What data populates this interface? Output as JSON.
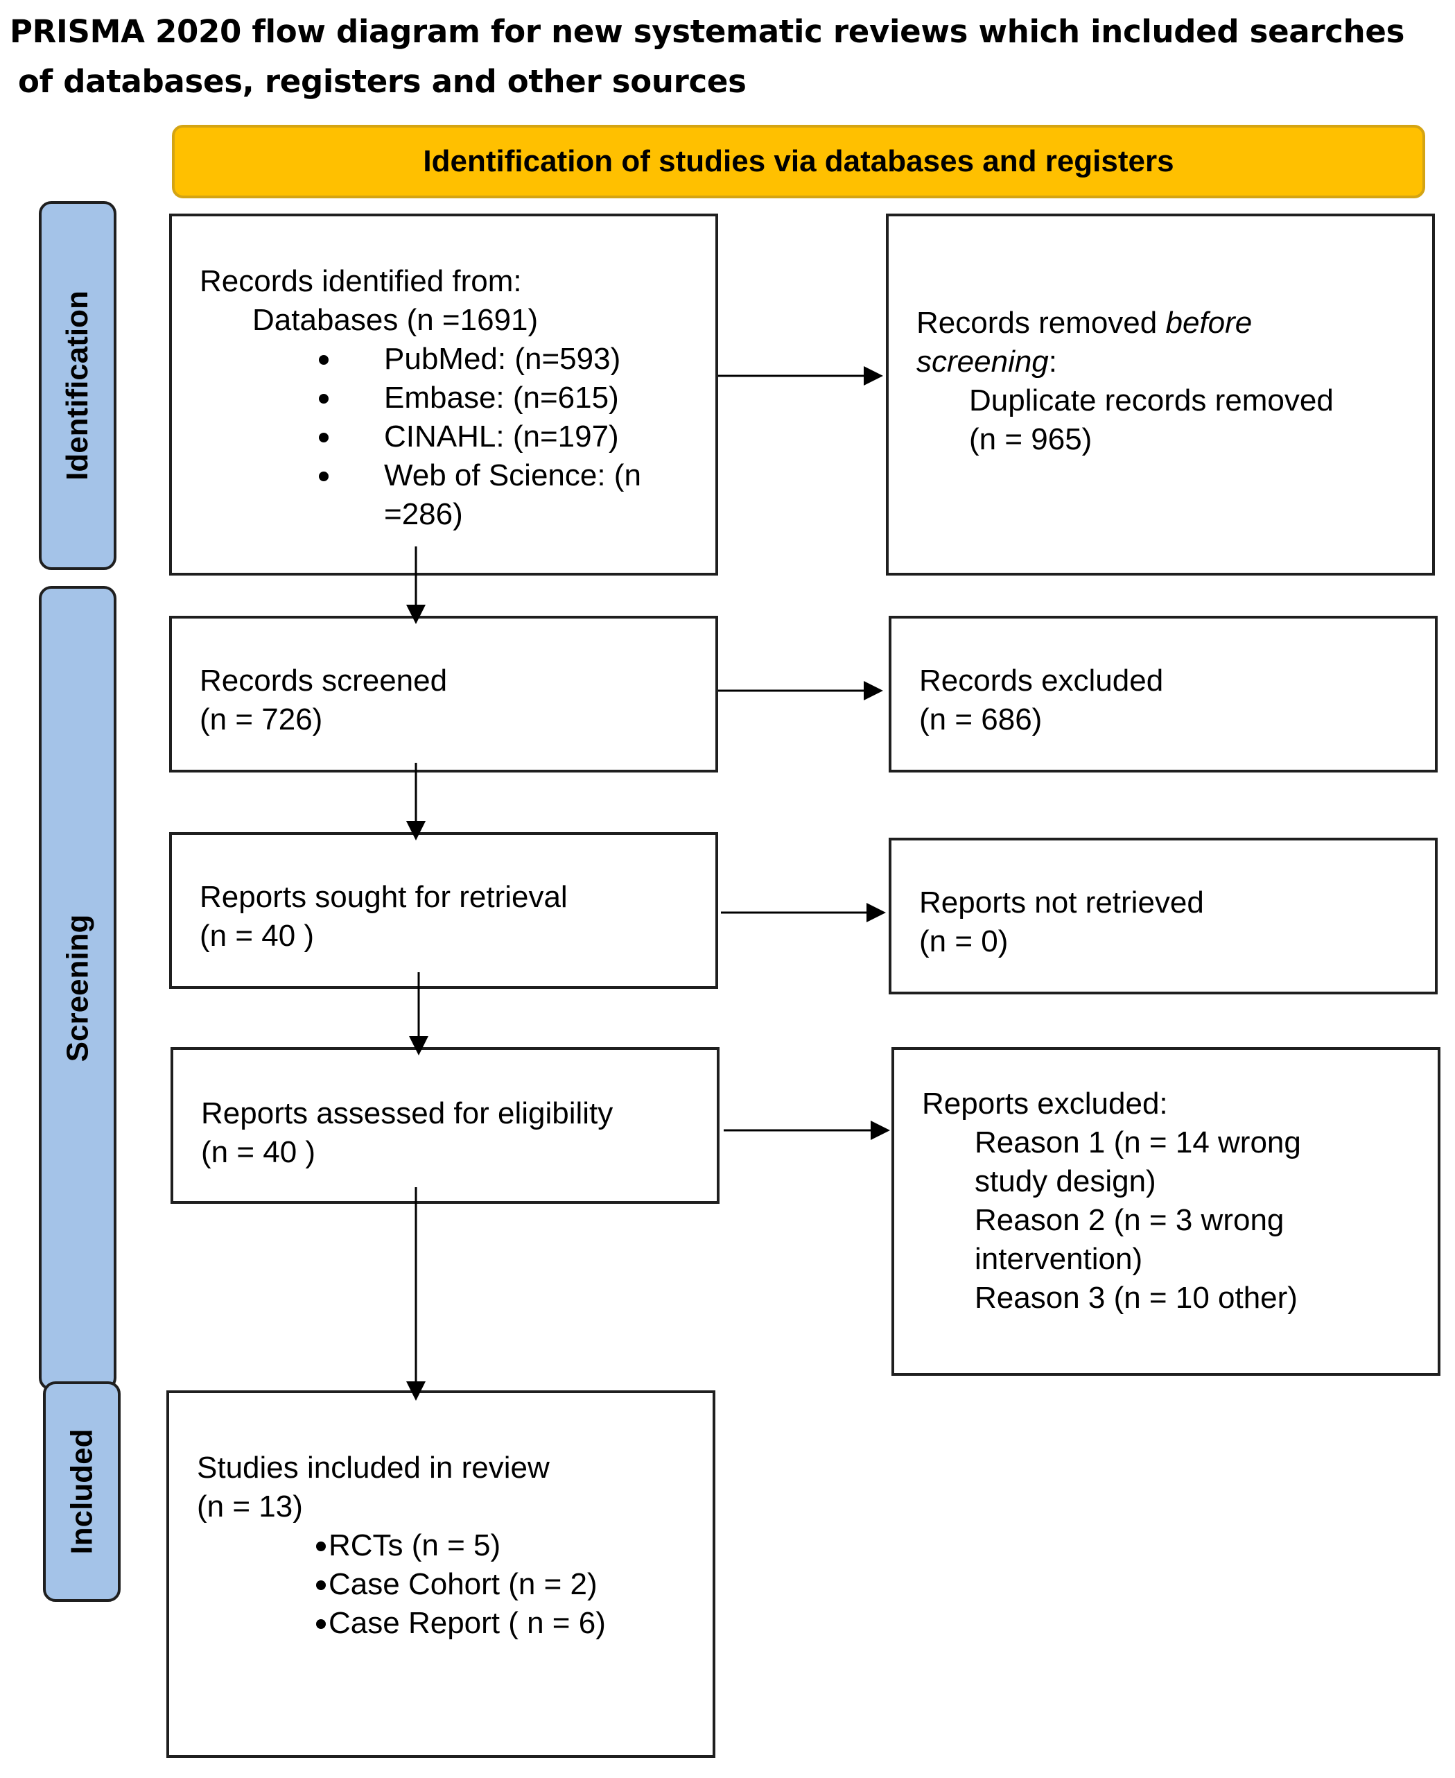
{
  "title": {
    "line1": "PRISMA 2020 flow diagram for new systematic reviews which included searches",
    "line2": "of databases, registers and other sources"
  },
  "banner": {
    "text": "Identification of studies via databases and registers"
  },
  "phases": {
    "identification": "Identification",
    "screening": "Screening",
    "included": "Included"
  },
  "boxes": {
    "records_identified": {
      "heading": "Records identified from:",
      "databases": "Databases (n =1691)",
      "sources": [
        {
          "text": "PubMed: (n=593)"
        },
        {
          "text": "Embase: (n=615)"
        },
        {
          "text": "CINAHL: (n=197)"
        },
        {
          "text": "Web of Science: (n =286)"
        }
      ]
    },
    "records_removed": {
      "line1_pre": "Records removed ",
      "line1_em": "before",
      "line2_em": "screening",
      "line2_post": ":",
      "detail": "Duplicate records removed",
      "count": "(n = 965)"
    },
    "records_screened": {
      "label": "Records screened",
      "count": "(n = 726)"
    },
    "records_excluded": {
      "label": "Records excluded",
      "count": "(n = 686)"
    },
    "reports_sought": {
      "label": "Reports sought for retrieval",
      "count": "(n = 40 )"
    },
    "reports_not_retrieved": {
      "label": "Reports not retrieved",
      "count": "(n = 0)"
    },
    "reports_assessed": {
      "label": "Reports assessed for eligibility",
      "count": "(n = 40 )"
    },
    "reports_excluded": {
      "heading": "Reports excluded:",
      "reasons": [
        {
          "line1": "Reason 1 (n = 14 wrong",
          "line2": "study design)"
        },
        {
          "line1": "Reason 2 (n = 3  wrong",
          "line2": "intervention)"
        },
        {
          "line1": "Reason 3 (n = 10 other)"
        }
      ]
    },
    "studies_included": {
      "label": "Studies included in review",
      "count": "(n = 13)",
      "types": [
        {
          "text": "RCTs (n = 5)"
        },
        {
          "text": "Case Cohort (n = 2)"
        },
        {
          "text": "Case Report ( n = 6)"
        }
      ]
    }
  }
}
